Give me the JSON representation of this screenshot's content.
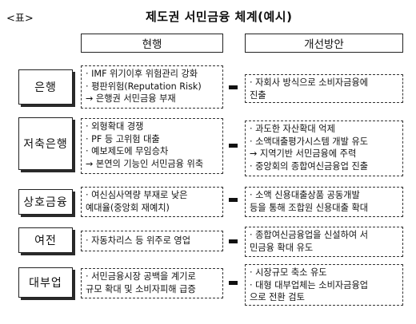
{
  "tag": "<표>",
  "title": "제도권 서민금융 체계(예시)",
  "headers": {
    "current": "현행",
    "plan": "개선방안"
  },
  "rows": [
    {
      "category": "은행",
      "current": [
        "· IMF 위기이후 위험관리 강화",
        "· 평판위험(Reputation Risk)",
        "  → 은행권 서민금융 부재"
      ],
      "plan": [
        "· 자회사 방식으로 소비자금융에",
        "  진출"
      ]
    },
    {
      "category": "저축은행",
      "current": [
        "· 외형확대 경쟁",
        "· PF 등 고위험 대출",
        "· 예보제도에 무임승차",
        "  → 본연의 기능인 서민금융 위축"
      ],
      "plan": [
        "· 과도한 자산확대 억제",
        "· 소액대출평가시스템 개발 유도",
        "  → 지역기반 서민금융에 주력",
        "· 중앙회의 종합여신금융업 진출"
      ]
    },
    {
      "category": "상호금융",
      "current": [
        "· 여신심사역량 부재로 낮은",
        "  예대율(중앙회 재예치)"
      ],
      "plan": [
        "· 소액 신용대출상품 공동개발",
        "  등을 통해 조합원 신용대출 확대"
      ]
    },
    {
      "category": "여전",
      "current": [
        "· 자동차리스 등 위주로 영업"
      ],
      "plan": [
        "· 종합여신금융업을 신설하여 서",
        "  민금융 확대 유도"
      ]
    },
    {
      "category": "대부업",
      "current": [
        "· 서민금융시장 공백을 계기로",
        "  규모 확대 및 소비자피해 급증"
      ],
      "plan": [
        "· 시장규모 축소 유도",
        "· 대형 대부업체는 소비자금융업",
        "  으로 전환 검토"
      ]
    }
  ]
}
